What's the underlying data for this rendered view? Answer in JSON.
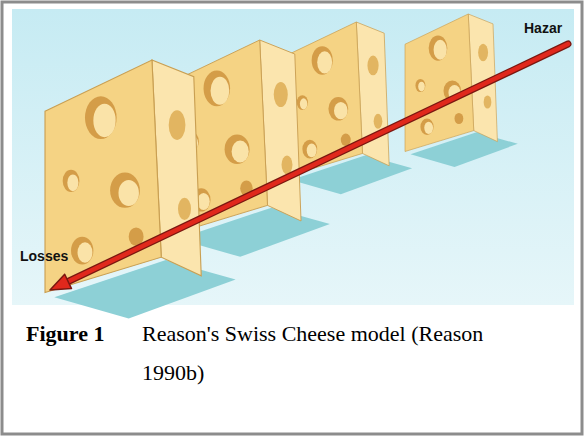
{
  "diagram": {
    "caption": "Reason's Swiss Cheese model (Reason 1990b)",
    "labels": [
      "Hazar",
      "Losses",
      "Figure 1"
    ]
  }
}
